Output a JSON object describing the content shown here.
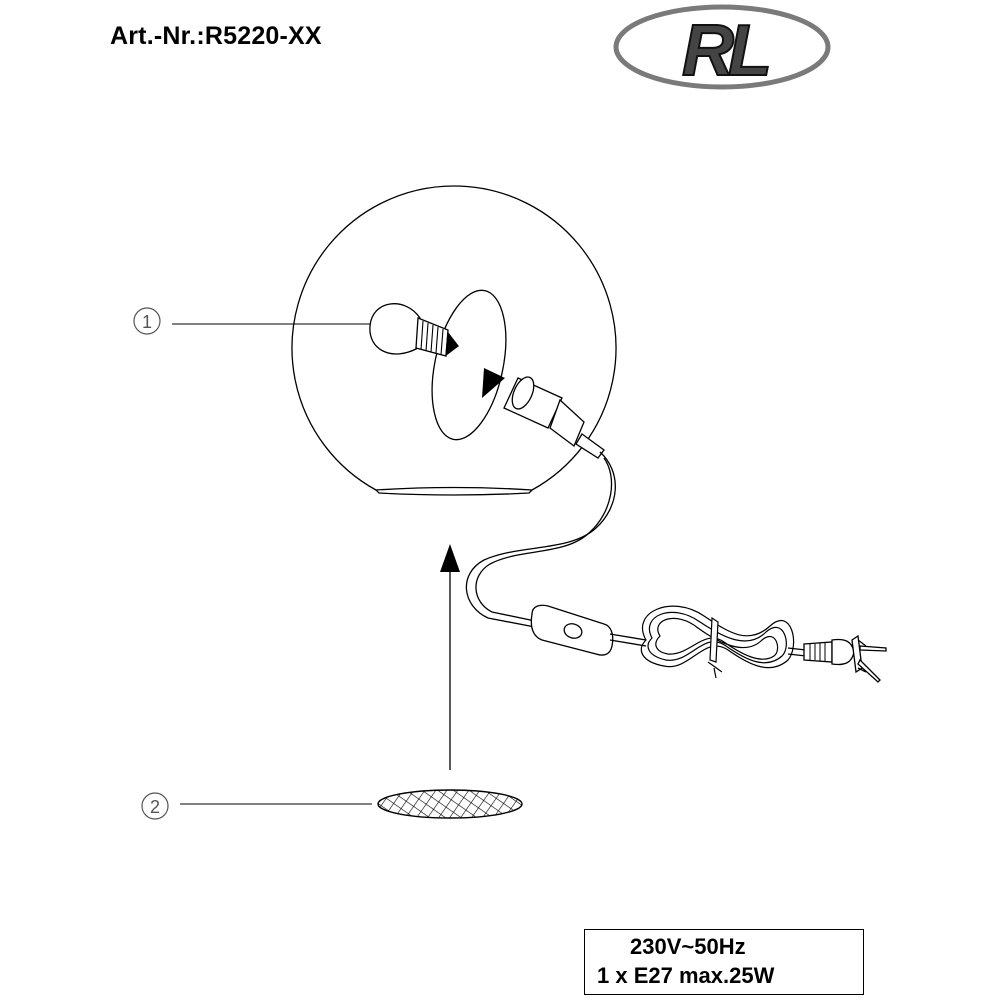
{
  "header": {
    "article_number": "Art.-Nr.:R5220-XX",
    "logo_text": "RL"
  },
  "parts": [
    {
      "number": "1",
      "name": "bulb-callout"
    },
    {
      "number": "2",
      "name": "base-pad-callout"
    }
  ],
  "spec": {
    "line1": "230V~50Hz",
    "line2": "1 x E27 max.25W"
  }
}
